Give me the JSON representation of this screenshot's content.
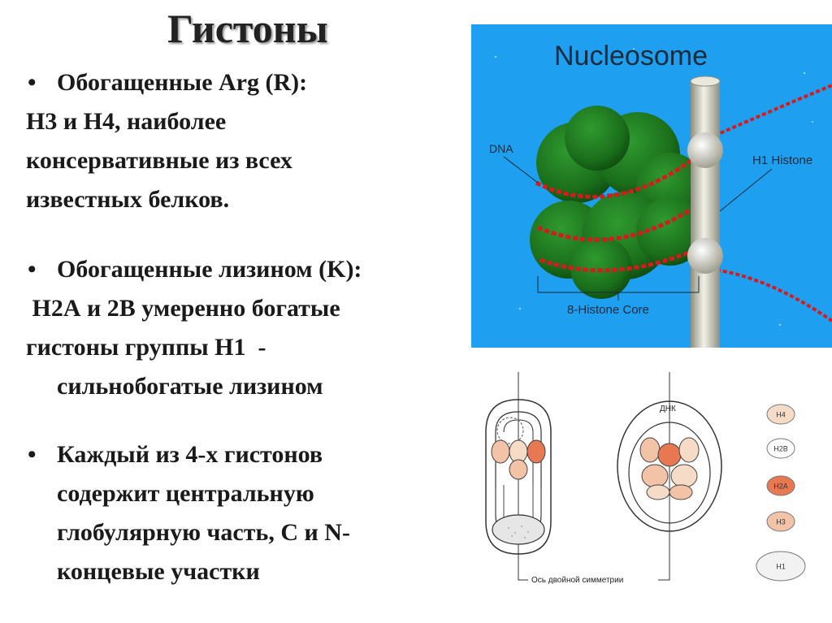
{
  "slide": {
    "title": "Гистоны",
    "lines": [
      {
        "bullet": "•",
        "text": "Обогащенные Arg (R):"
      },
      {
        "text": "Н3 и Н4, наиболее"
      },
      {
        "text": "консервативные  из всех"
      },
      {
        "text": "известных белков."
      },
      {
        "bullet": "•",
        "text": "Обогащенные лизином (K):"
      },
      {
        "text": " Н2А и 2В умеренно богатые"
      },
      {
        "text": "гистоны группы Н1  -"
      },
      {
        "text": "сильнобогатые лизином"
      },
      {
        "bullet": "•",
        "text": "Каждый из 4-х гистонов"
      },
      {
        "text": "содержит центральную"
      },
      {
        "text": "глобулярную часть, С и N-"
      },
      {
        "text": "концевые участки"
      }
    ]
  },
  "nucleosome": {
    "title": "Nucleosome",
    "dna_label": "DNA",
    "h1_label": "H1 Histone",
    "core_label": "8-Histone Core",
    "colors": {
      "background": "#1ea0ee",
      "core": "#1b7a1b",
      "dna": "#d81e1e",
      "linker": "#d8d8c8"
    }
  },
  "scheme": {
    "dnk_label": "ДНК",
    "axis_label": "Ось двойной симметрии",
    "legend": [
      {
        "label": "H4",
        "color": "#f6dcc6"
      },
      {
        "label": "H2B",
        "color": "#ffffff"
      },
      {
        "label": "H2A",
        "color": "#e77852"
      },
      {
        "label": "H3",
        "color": "#f3c3a8"
      },
      {
        "label": "H1",
        "color": "#f2f2f2"
      }
    ]
  }
}
